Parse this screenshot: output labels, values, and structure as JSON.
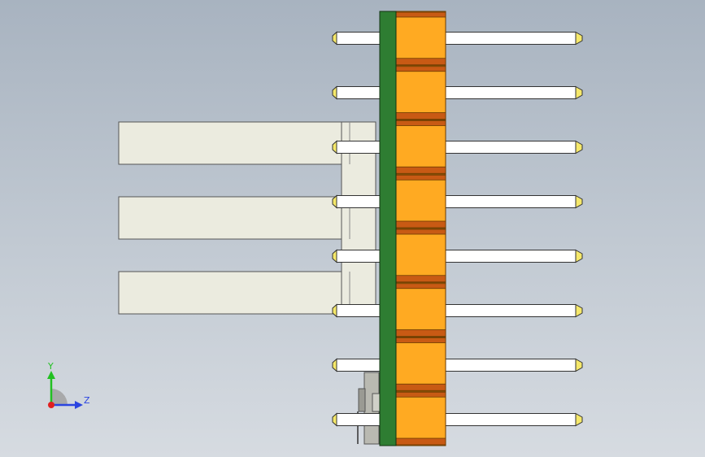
{
  "viewport": {
    "background_top": "#a8b3c0",
    "background_bottom": "#d6dbe1"
  },
  "model": {
    "pin_count": 8,
    "board_color": "#2e7d32",
    "housing_color": "#ffaa22",
    "housing_band_color": "#c85a14",
    "pin_color": "#ffffff",
    "pin_tip_color": "#f5e86a",
    "clip_color": "#ebebdf"
  },
  "triad": {
    "y_label": "Y",
    "z_label": "Z",
    "y_color": "#22c022",
    "z_color": "#2a44e0",
    "origin_color": "#e02020",
    "icon": "coordinate-triad-icon"
  }
}
